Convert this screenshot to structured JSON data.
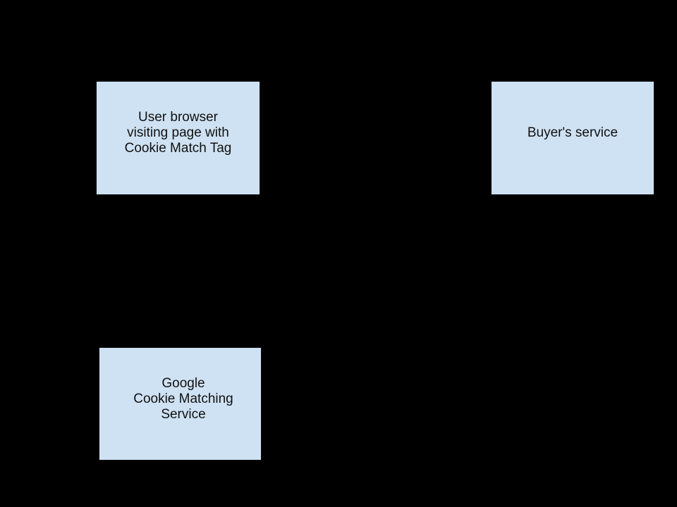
{
  "diagram": {
    "background_color": "#000000",
    "node_fill_color": "#cfe2f3",
    "node_border_color": "#0b0b0b",
    "text_color": "#111111",
    "nodes": [
      {
        "id": "user-browser",
        "lines": [
          "User browser",
          "visiting page with",
          "Cookie Match Tag"
        ]
      },
      {
        "id": "buyers-service",
        "lines": [
          "Buyer's service"
        ]
      },
      {
        "id": "google-cookie-matching",
        "lines": [
          "Google",
          "Cookie Matching",
          "Service"
        ]
      }
    ]
  }
}
